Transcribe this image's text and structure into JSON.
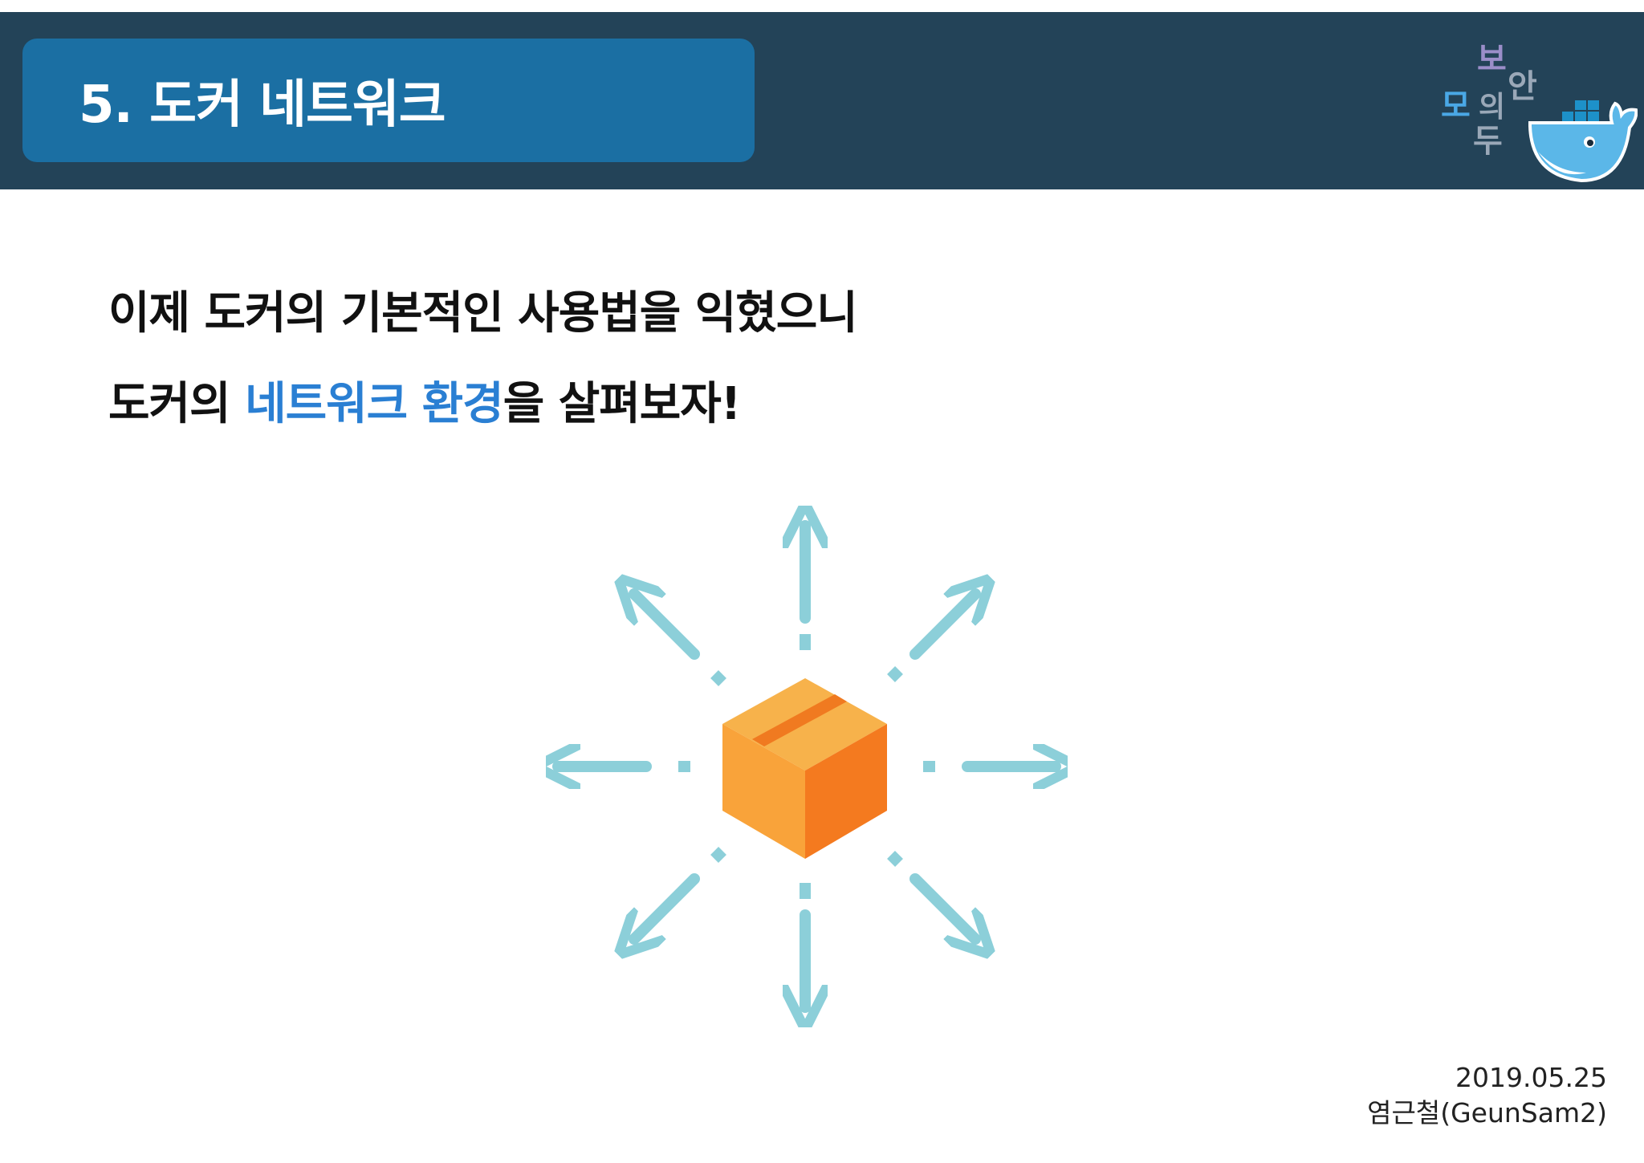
{
  "header": {
    "title": "5. 도커 네트워크",
    "logo": {
      "text_chars": [
        "보",
        "안",
        "의",
        "모",
        "두"
      ],
      "description_icon": "docker-whale-icon"
    }
  },
  "body": {
    "line1": "이제 도커의 기본적인 사용법을 익혔으니",
    "line2_prefix": "도커의 ",
    "line2_highlight": "네트워크 환경",
    "line2_suffix": "을 살펴보자!"
  },
  "illustration": {
    "icon": "package-box-icon",
    "arrows_icon": "outward-arrows-icon",
    "colors": {
      "arrow": "#8ccfd9",
      "box_light": "#f9a33a",
      "box_dark": "#f47a1f",
      "box_top": "#f7b24b",
      "tape": "#f07a20"
    }
  },
  "footer": {
    "date": "2019.05.25",
    "author": "염근철(GeunSam2)"
  },
  "colors": {
    "header_bg": "#234358",
    "title_box_bg": "#1b6fa3",
    "highlight": "#2a7fd3"
  }
}
